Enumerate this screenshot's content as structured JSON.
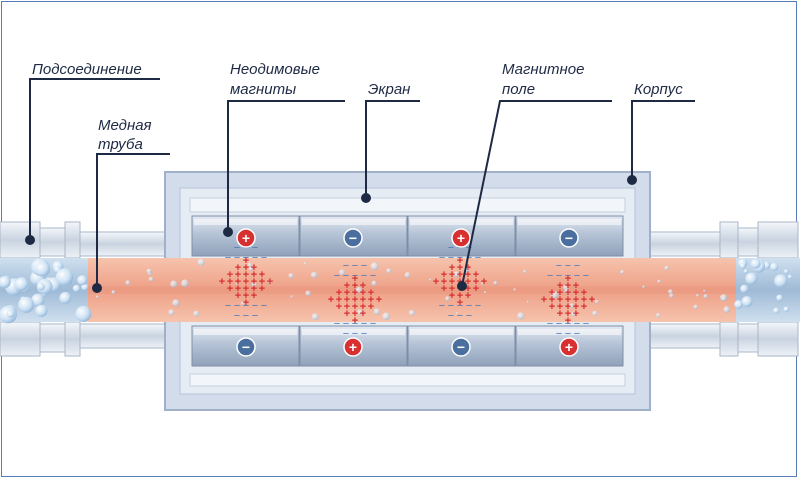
{
  "labels": {
    "connection": "Подсоединение",
    "copper_pipe_1": "Медная",
    "copper_pipe_2": "труба",
    "magnets_1": "Неодимовые",
    "magnets_2": "магниты",
    "screen": "Экран",
    "field_1": "Магнитное",
    "field_2": "поле",
    "housing": "Корпус"
  },
  "magnets": {
    "top_polarity": [
      "+",
      "−",
      "+",
      "−"
    ],
    "bottom_polarity": [
      "−",
      "+",
      "−",
      "+"
    ]
  },
  "colors": {
    "pipe": "#f0a98c",
    "pipe_core": "#e8917a",
    "housing": "#d3dcea",
    "magnet": "#a9b8cc",
    "plus": "#d83030",
    "minus": "#4a78b8",
    "leader": "#1e2a44",
    "frame": "#5a7fb8"
  }
}
